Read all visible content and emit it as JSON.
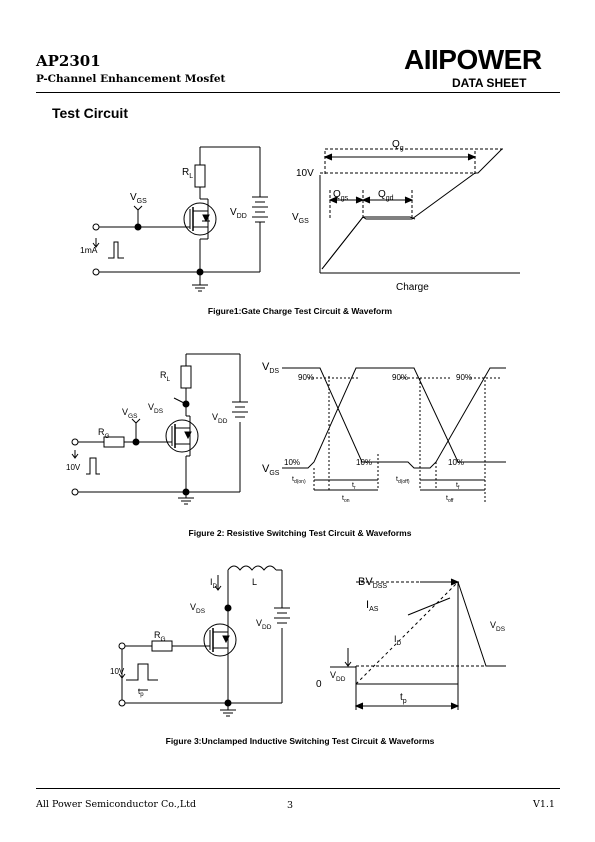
{
  "header": {
    "part_number": "AP2301",
    "description": "P-Channel Enhancement Mosfet",
    "brand": "AIIPOWER",
    "doc_type": "DATA SHEET"
  },
  "section_title": "Test Circuit",
  "figures": [
    {
      "caption": "Figure1:Gate Charge Test Circuit & Waveform",
      "circuit_labels": {
        "rl": "R",
        "rl_sub": "L",
        "vgs": "V",
        "vgs_sub": "GS",
        "vdd": "V",
        "vdd_sub": "DD",
        "source": "1mA"
      },
      "waveform_labels": {
        "v10": "10V",
        "vgs": "V",
        "vgs_sub": "GS",
        "qg": "Q",
        "qg_sub": "g",
        "qgs": "Q",
        "qgs_sub": "gs",
        "qgd": "Q",
        "qgd_sub": "gd",
        "xlabel": "Charge"
      }
    },
    {
      "caption": "Figure 2: Resistive Switching Test Circuit & Waveforms",
      "circuit_labels": {
        "rl": "R",
        "rl_sub": "L",
        "rg": "R",
        "rg_sub": "G",
        "vgs": "V",
        "vgs_sub": "GS",
        "vds": "V",
        "vds_sub": "DS",
        "vdd": "V",
        "vdd_sub": "DD",
        "source": "10V"
      },
      "waveform_labels": {
        "vds": "V",
        "vds_sub": "DS",
        "vgs": "V",
        "vgs_sub": "GS",
        "p90": "90%",
        "p10": "10%",
        "tdon": "t",
        "tdon_sub": "d(on)",
        "tr": "t",
        "tr_sub": "r",
        "tdoff": "t",
        "tdoff_sub": "d(off)",
        "tf": "t",
        "tf_sub": "f",
        "ton": "t",
        "ton_sub": "on",
        "toff": "t",
        "toff_sub": "off"
      }
    },
    {
      "caption": "Figure 3:Unclamped Inductive Switching Test Circuit & Waveforms",
      "circuit_labels": {
        "id": "I",
        "id_sub": "D",
        "l": "L",
        "vds": "V",
        "vds_sub": "DS",
        "vdd": "V",
        "vdd_sub": "DD",
        "rg": "R",
        "rg_sub": "G",
        "source": "10V",
        "tp": "t",
        "tp_sub": "p"
      },
      "waveform_labels": {
        "bvdss": "BV",
        "bvdss_sub": "DSS",
        "ias": "I",
        "ias_sub": "AS",
        "id": "I",
        "id_sub": "D",
        "vds": "V",
        "vds_sub": "DS",
        "vdd": "V",
        "vdd_sub": "DD",
        "zero": "0",
        "tp": "t",
        "tp_sub": "p"
      }
    }
  ],
  "footer": {
    "company": "All Power Semiconductor Co.,Ltd",
    "page": "3",
    "version": "V1.1"
  }
}
